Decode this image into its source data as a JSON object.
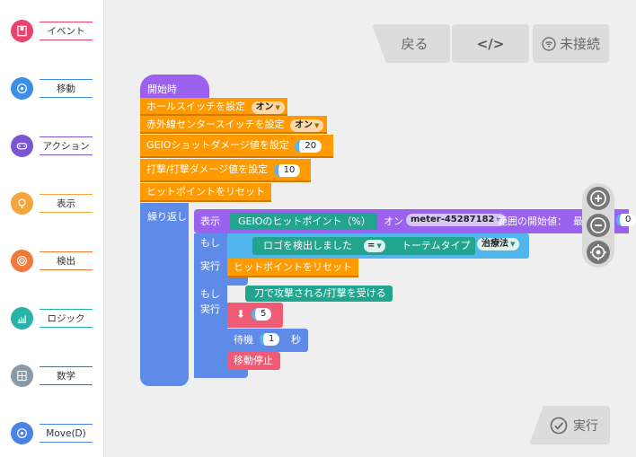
{
  "sidebar": {
    "categories": [
      {
        "label": "イベント",
        "icon": "event-icon",
        "color": "#e8436a"
      },
      {
        "label": "移動",
        "icon": "move-icon",
        "color": "#3d8ee6"
      },
      {
        "label": "アクション",
        "icon": "gamepad-icon",
        "color": "#7a56d6"
      },
      {
        "label": "表示",
        "icon": "bulb-icon",
        "color": "#f4a53b"
      },
      {
        "label": "検出",
        "icon": "target-icon",
        "color": "#f07a3b"
      },
      {
        "label": "ロジック",
        "icon": "chart-icon",
        "color": "#27b3a8"
      },
      {
        "label": "数学",
        "icon": "calculator-icon",
        "color": "#8a9aa8"
      },
      {
        "label": "Move(D)",
        "icon": "moved-icon",
        "color": "#4b82e6"
      }
    ]
  },
  "toolbar": {
    "back_label": "戻る",
    "code_label": "</>",
    "connection_label": "未接続",
    "run_label": "実行"
  },
  "blocks": {
    "start_hat": "開始時",
    "hall_switch": {
      "text": "ホールスイッチを設定",
      "value": "オン"
    },
    "ir_switch": {
      "text": "赤外線センタースイッチを設定",
      "value": "オン"
    },
    "geio_damage": {
      "text": "GEIOショットダメージ値を設定",
      "value": "20"
    },
    "hit_damage": {
      "text": "打撃/打撃ダメージ値を設定",
      "value": "10"
    },
    "reset_hp": "ヒットポイントをリセット",
    "repeat": "繰り返し",
    "display": {
      "label": "表示",
      "reporter": "GEIOのヒットポイント（%）",
      "state": "オン",
      "meter": "meter-45287182",
      "range_start": "範囲の開始値：",
      "max": "最",
      "value_zero": "0"
    },
    "if1": {
      "if_label": "もし",
      "condition": "ロゴを検出しました",
      "operator": "=",
      "totem_label": "トーテムタイプ",
      "totem_value": "治療法",
      "do_label": "実行",
      "action": "ヒットポイントをリセット"
    },
    "if2": {
      "if_label": "もし",
      "condition": "刀で攻撃される/打撃を受ける",
      "do_label": "実行",
      "arrow_value": "5",
      "wait_label": "待機",
      "wait_value": "1",
      "wait_unit": "秒",
      "stop": "移動停止"
    }
  }
}
